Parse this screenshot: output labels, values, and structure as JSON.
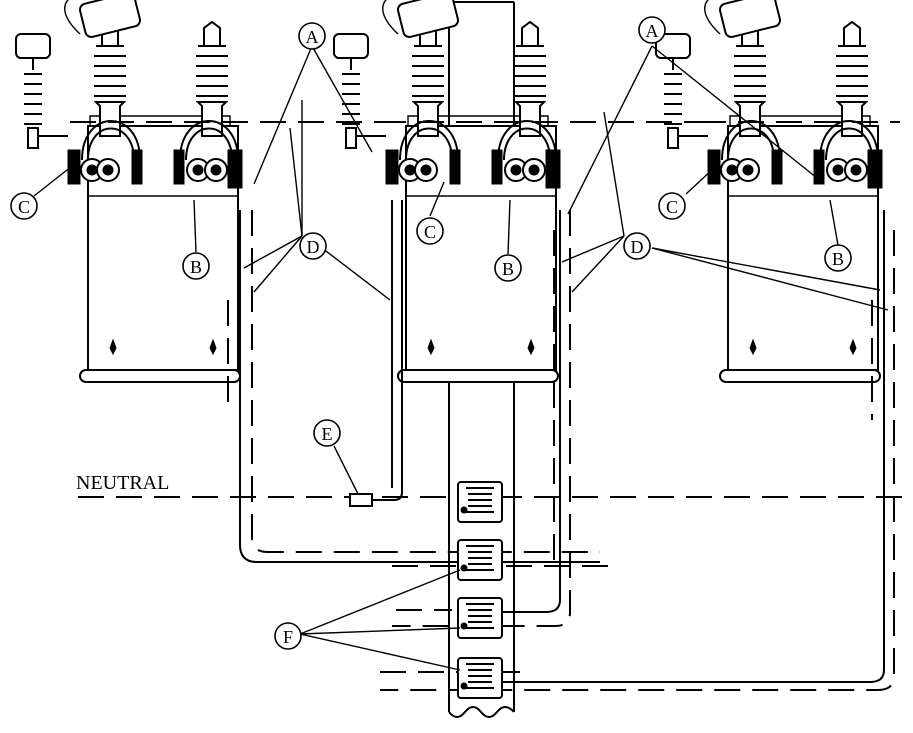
{
  "labels": {
    "a": "A",
    "b": "B",
    "c": "C",
    "d": "D",
    "e": "E",
    "f": "F",
    "neutral": "NEUTRAL"
  },
  "colors": {
    "line": "#000000",
    "background": "#ffffff"
  }
}
